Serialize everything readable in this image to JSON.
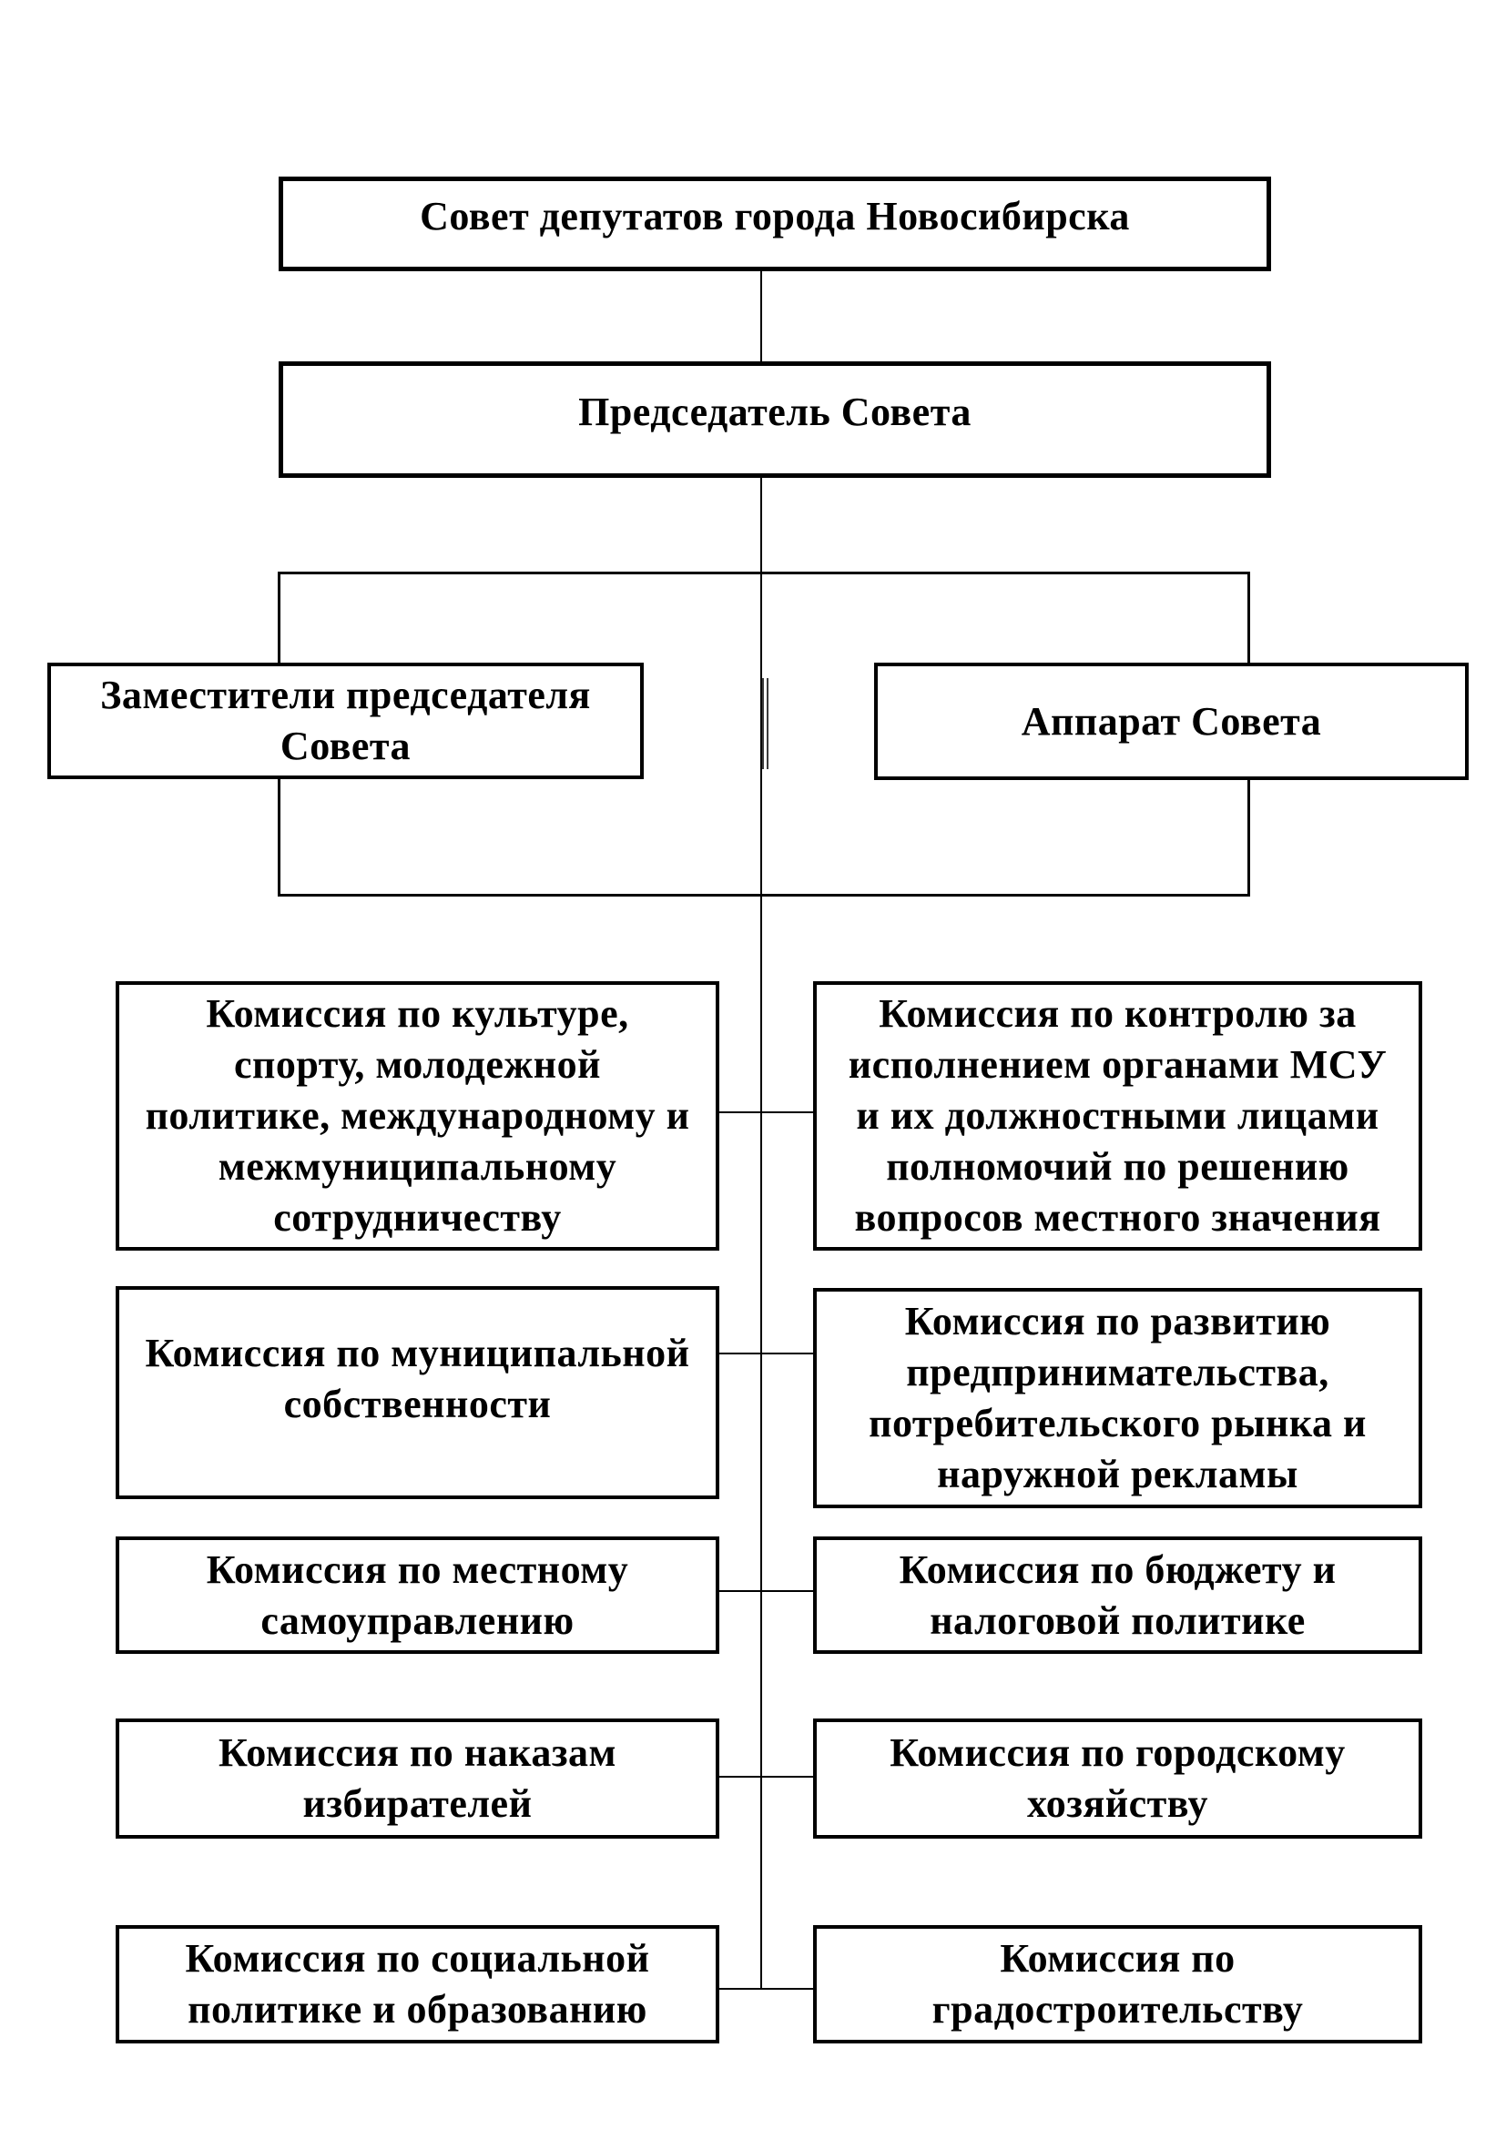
{
  "page": {
    "background_color": "#ffffff",
    "line_color": "#000000",
    "divider_color": "#3c3c3c"
  },
  "org_chart": {
    "root": {
      "label": "Совет депутатов города Новосибирска"
    },
    "chairman": {
      "label": "Председатель Совета"
    },
    "deputies": {
      "label": "Заместители председателя\nСовета"
    },
    "apparatus": {
      "label": "Аппарат Совета"
    },
    "commissions_left": [
      {
        "label": "Комиссия по культуре,\nспорту, молодежной\nполитике, международному и\nмежмуниципальному\nсотрудничеству"
      },
      {
        "label": "Комиссия по муниципальной\nсобственности"
      },
      {
        "label": "Комиссия по местному\nсамоуправлению"
      },
      {
        "label": "Комиссия по наказам\nизбирателей"
      },
      {
        "label": "Комиссия по социальной\nполитике и образованию"
      }
    ],
    "commissions_right": [
      {
        "label": "Комиссия по контролю за\nисполнением органами МСУ\nи их должностными лицами\nполномочий по решению\nвопросов местного значения"
      },
      {
        "label": "Комиссия по развитию\nпредпринимательства,\nпотребительского рынка и\nнаружной рекламы"
      },
      {
        "label": "Комиссия по бюджету и\nналоговой политике"
      },
      {
        "label": "Комиссия по городскому\nхозяйству"
      },
      {
        "label": "Комиссия по\nградостроительству"
      }
    ]
  }
}
